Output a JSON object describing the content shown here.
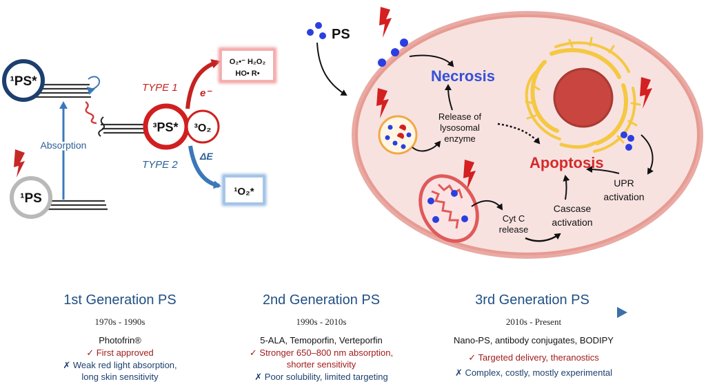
{
  "jablonski": {
    "ps1_excited": "¹PS*",
    "ps1_ground": "¹PS",
    "ps3_excited": "³PS*",
    "o2_triplet": "³O₂",
    "absorption": "Absorption",
    "type1": "TYPE 1",
    "type2": "TYPE 2",
    "electron": "e⁻",
    "delta_e": "ΔE",
    "ros_line1": "O₂•⁻  H₂O₂",
    "ros_line2": "HO•  R•",
    "singlet_o2": "¹O₂*"
  },
  "cell": {
    "ps_label": "PS",
    "necrosis": "Necrosis",
    "apoptosis": "Apoptosis",
    "lysosome_line1": "Release of",
    "lysosome_line2": "lysosomal",
    "lysosome_line3": "enzyme",
    "cytc_line1": "Cyt C",
    "cytc_line2": "release",
    "cascade_line1": "Cascase",
    "cascade_line2": "activation",
    "upr_line1": "UPR",
    "upr_line2": "activation"
  },
  "colors": {
    "red": "#d42a2a",
    "blue_dark": "#1c3f6e",
    "blue_mid": "#3b78b8",
    "ps_blue": "#2b3fe0",
    "cell_fill": "#f7e2e0",
    "cell_border": "#e79b92"
  },
  "timeline": {
    "generations": [
      {
        "title": "1st Generation PS",
        "period": "1970s - 1990s",
        "examples": "Photofrin®",
        "pros": [
          "✓ First approved"
        ],
        "cons": [
          "✗ Weak red light absorption,",
          "long skin sensitivity"
        ]
      },
      {
        "title": "2nd Generation PS",
        "period": "1990s - 2010s",
        "examples": "5-ALA, Temoporfin, Verteporfin",
        "pros": [
          "✓ Stronger 650–800 nm absorption,",
          "shorter sensitivity"
        ],
        "cons": [
          "✗ Poor solubility, limited targeting"
        ]
      },
      {
        "title": "3rd Generation PS",
        "period": "2010s - Present",
        "examples": "Nano-PS, antibody conjugates, BODIPY",
        "pros": [
          "✓ Targeted delivery, theranostics"
        ],
        "cons": [
          "✗ Complex, costly, mostly experimental"
        ]
      }
    ]
  }
}
